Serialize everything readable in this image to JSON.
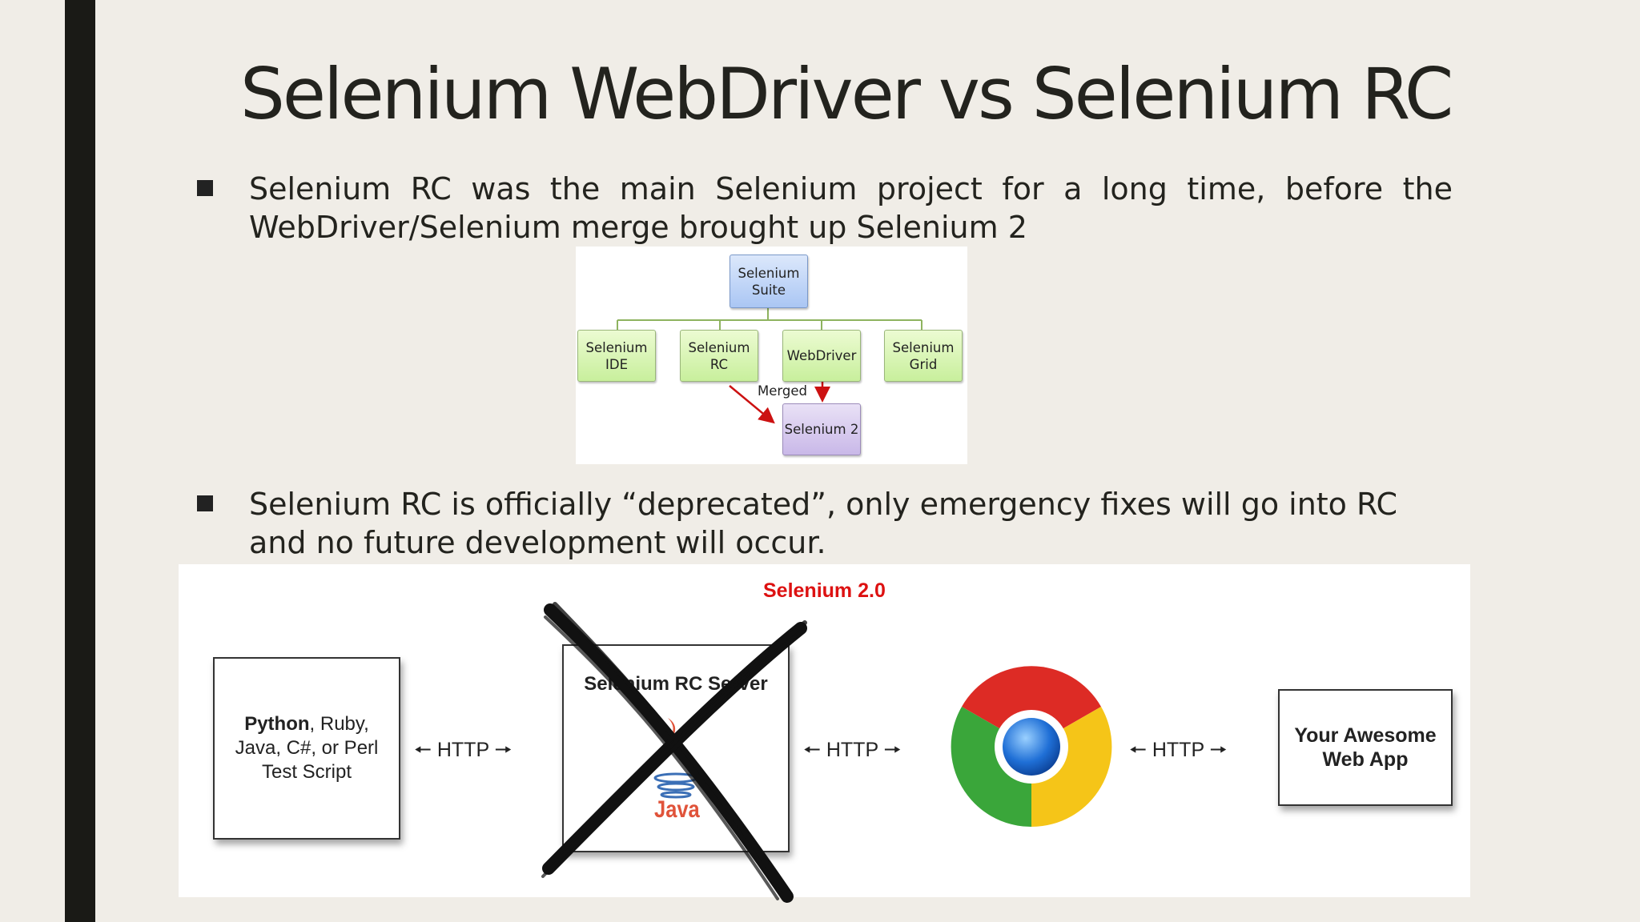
{
  "slide": {
    "title": "Selenium WebDriver vs Selenium RC"
  },
  "bullets": [
    {
      "text": "Selenium RC was the main Selenium project for a long time, before the WebDriver/Selenium merge brought up Selenium 2"
    },
    {
      "text": "Selenium RC is officially “deprecated”, only emergency fixes will go into RC and no future development will occur."
    }
  ],
  "diagram": {
    "suite": "Selenium Suite",
    "ide": "Selenium IDE",
    "rc": "Selenium RC",
    "webdriver": "WebDriver",
    "grid": "Selenium Grid",
    "merged_label": "Merged",
    "selenium2": "Selenium 2"
  },
  "architecture": {
    "title": "Selenium 2.0",
    "script_bold": "Python",
    "script_rest": ", Ruby, Java, C#, or Perl Test Script",
    "rc_server": "Selenium RC Server",
    "java_logo_text": "Java",
    "http_1": "HTTP",
    "http_2": "HTTP",
    "http_3": "HTTP",
    "app": "Your Awesome Web App",
    "browser_icon": "chrome-icon"
  },
  "colors": {
    "background": "#f0ede7",
    "sidebar": "#1a1a16",
    "title_red": "#dd1111",
    "arrow_red": "#cc1111"
  }
}
